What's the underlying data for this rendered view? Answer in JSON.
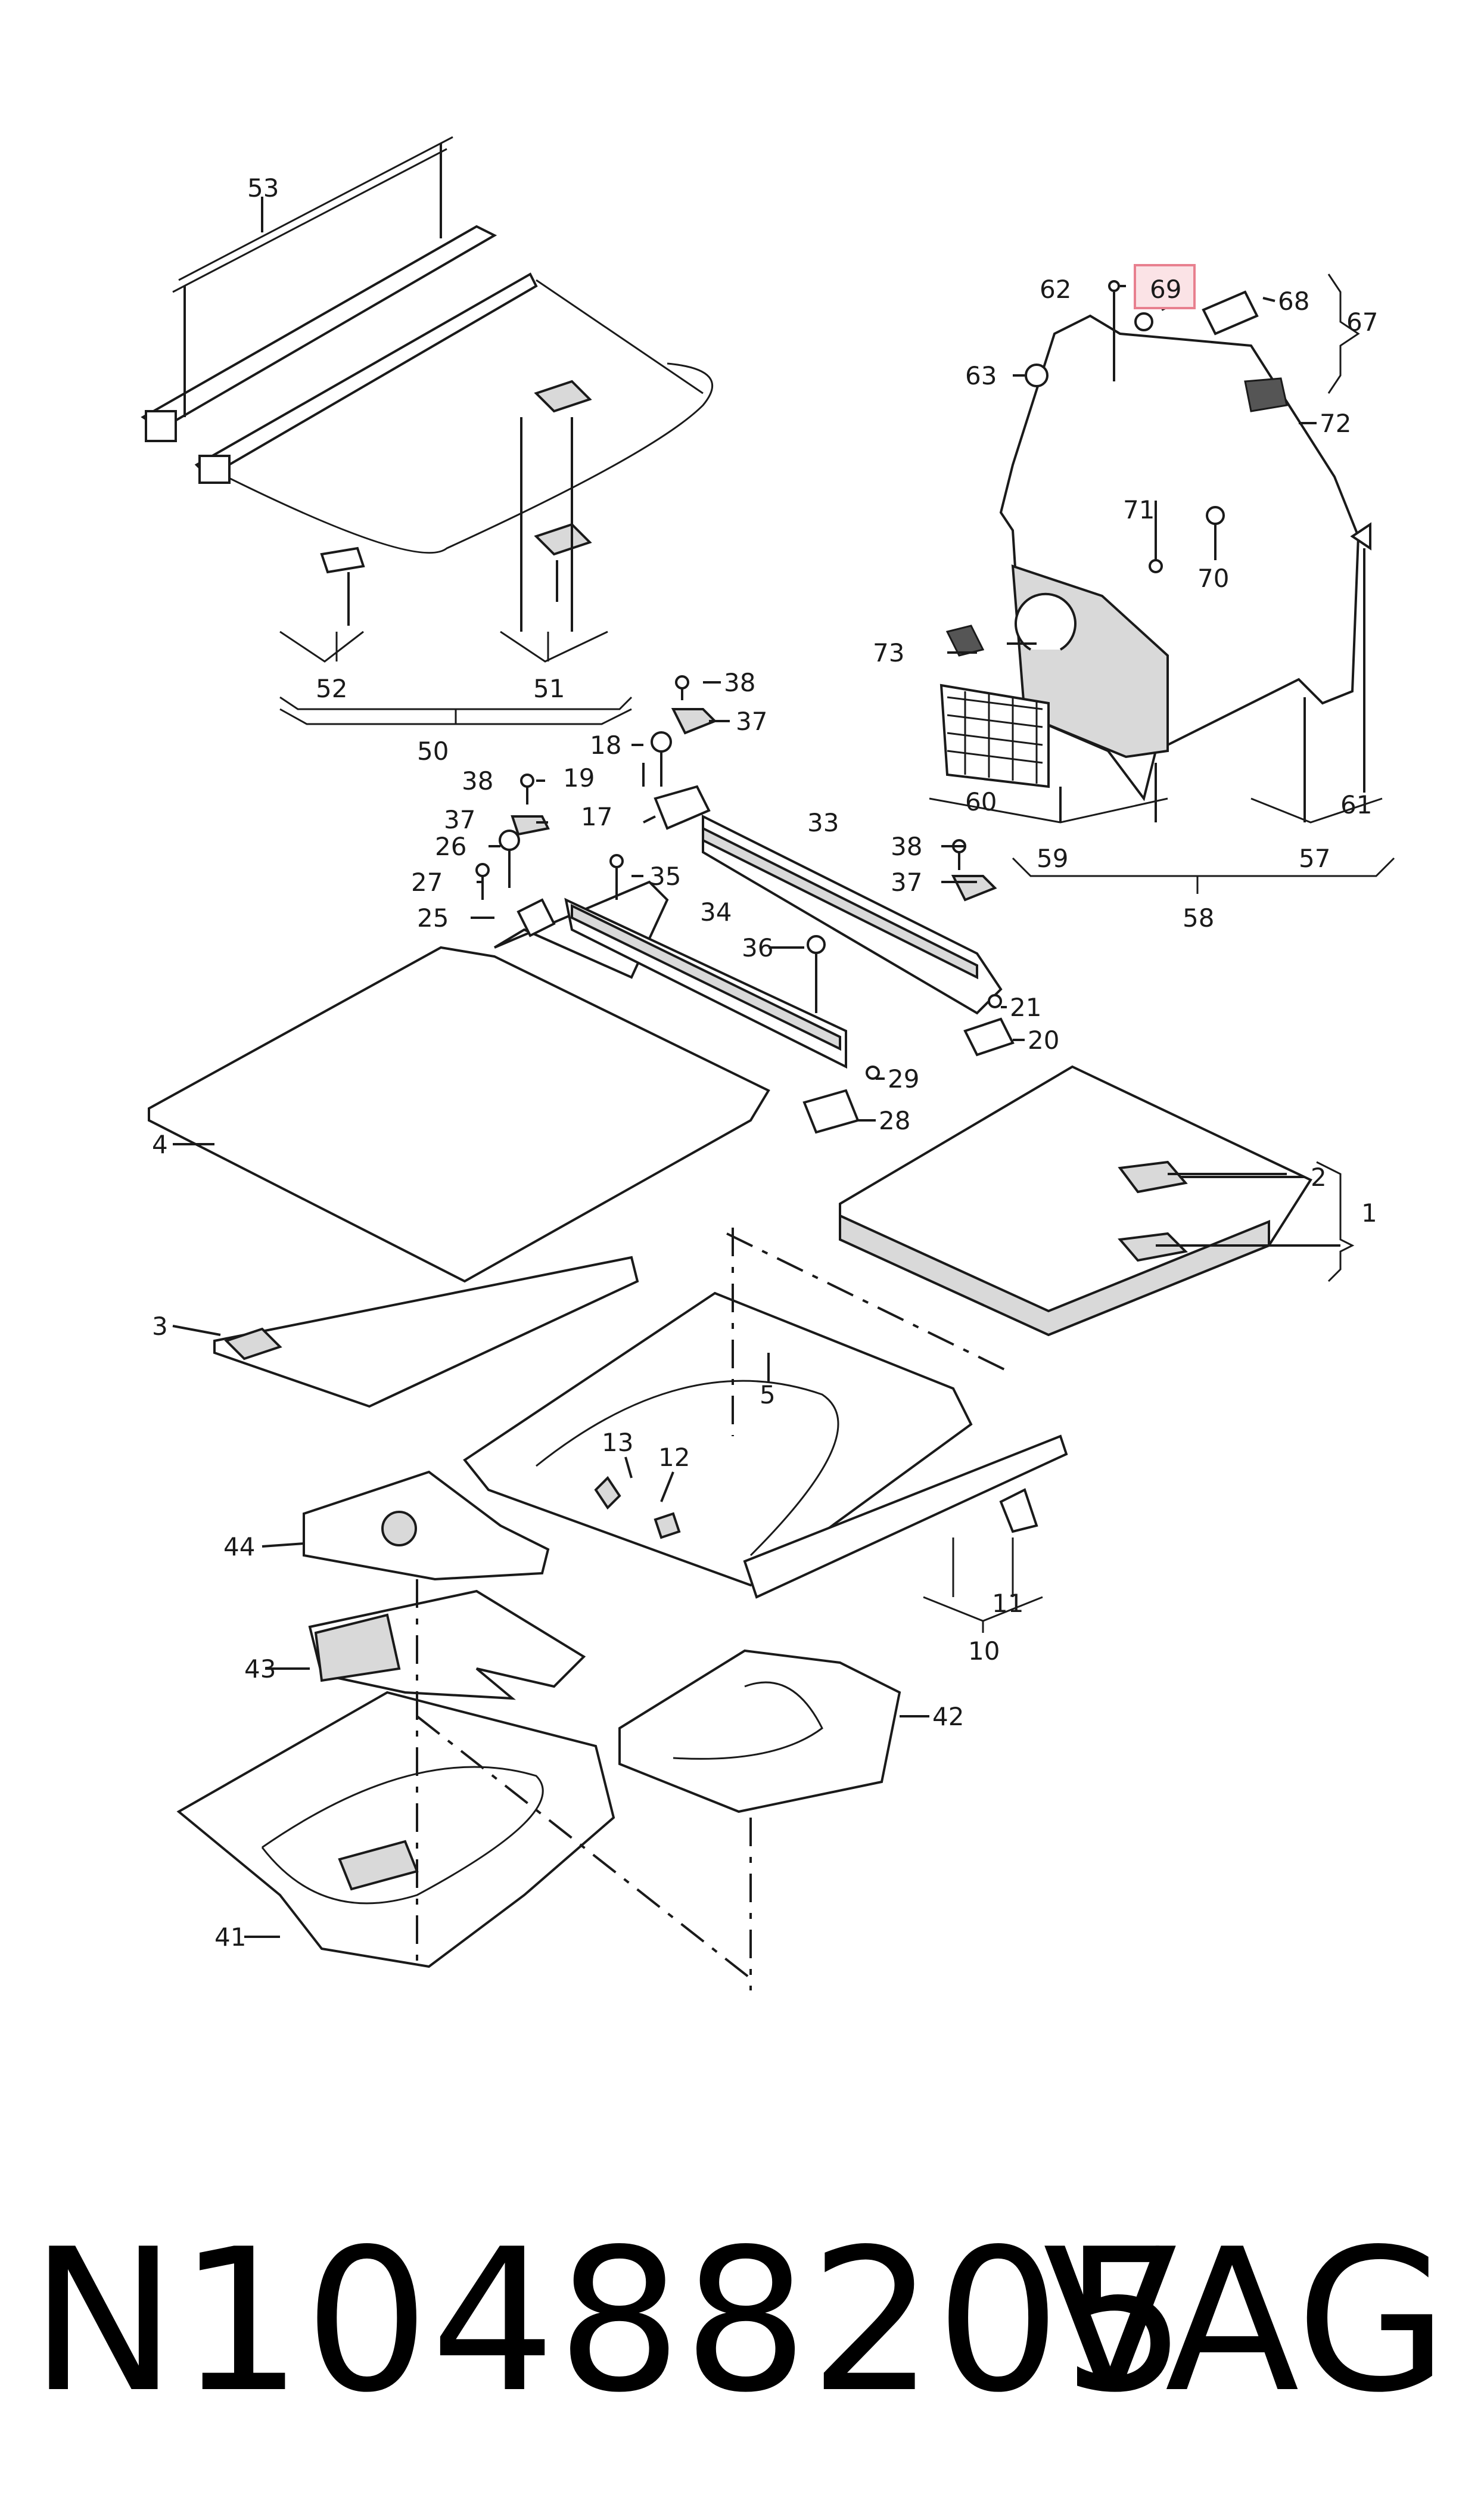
{
  "diagram": {
    "callouts": {
      "c53": "53",
      "c69": "69",
      "c62": "62",
      "c68": "68",
      "c67": "67",
      "c63": "63",
      "c72": "72",
      "c71": "71",
      "c70": "70",
      "c73": "73",
      "c60": "60",
      "c59": "59",
      "c57": "57",
      "c61": "61",
      "c58": "58",
      "c52": "52",
      "c51": "51",
      "c50": "50",
      "c38a": "38",
      "c37a": "37",
      "c18": "18",
      "c19": "19",
      "c17": "17",
      "c38b": "38",
      "c37b": "37",
      "c26": "26",
      "c27": "27",
      "c25": "25",
      "c33": "33",
      "c35": "35",
      "c34": "34",
      "c38c": "38",
      "c37c": "37",
      "c36": "36",
      "c21": "21",
      "c20": "20",
      "c29": "29",
      "c28": "28",
      "c4": "4",
      "c2": "2",
      "c1": "1",
      "c3": "3",
      "c5": "5",
      "c13": "13",
      "c12": "12",
      "c11": "11",
      "c10": "10",
      "c44": "44",
      "c43": "43",
      "c42": "42",
      "c41": "41"
    },
    "highlighted_callout": "69",
    "highlight_color": "#e8808f"
  },
  "footer": {
    "part_number": "N10488205",
    "brand": "VAG"
  }
}
